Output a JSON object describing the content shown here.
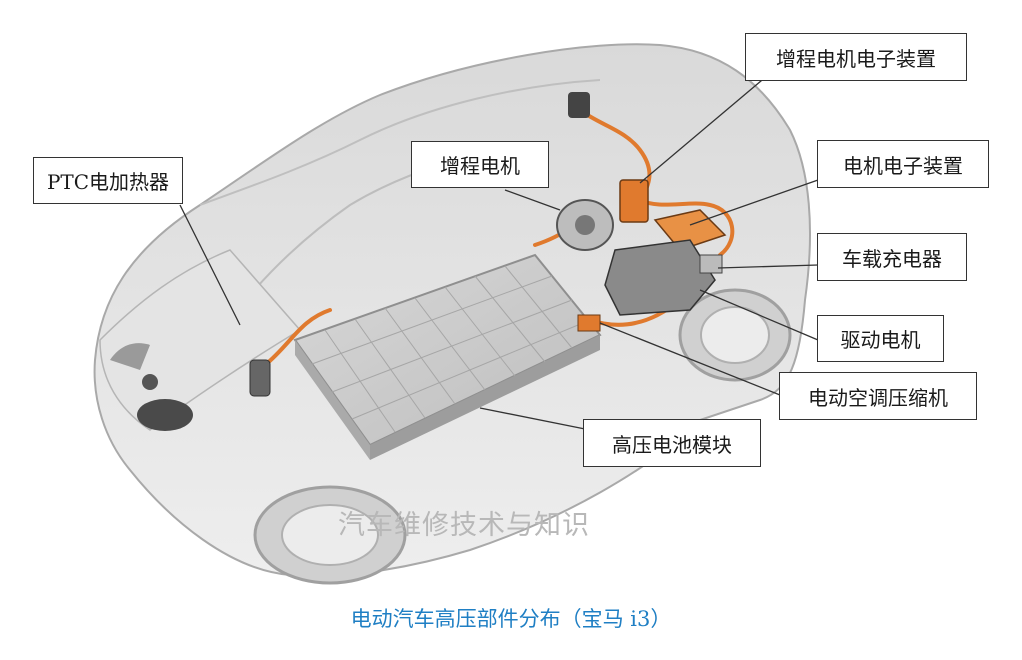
{
  "labels": {
    "ptc_heater": "PTC电加热器",
    "range_extender": "增程电机",
    "range_extender_electronics": "增程电机电子装置",
    "motor_electronics": "电机电子装置",
    "onboard_charger": "车载充电器",
    "drive_motor": "驱动电机",
    "ac_compressor": "电动空调压缩机",
    "battery_module": "高压电池模块"
  },
  "watermark": "汽车维修技术与知识",
  "caption": "电动汽车高压部件分布（宝马 i3）",
  "colors": {
    "car_body": "#d6d6d6",
    "hv_cable": "#e07a2e",
    "battery": "#c9c9c9",
    "caption": "#1f7fc4"
  }
}
